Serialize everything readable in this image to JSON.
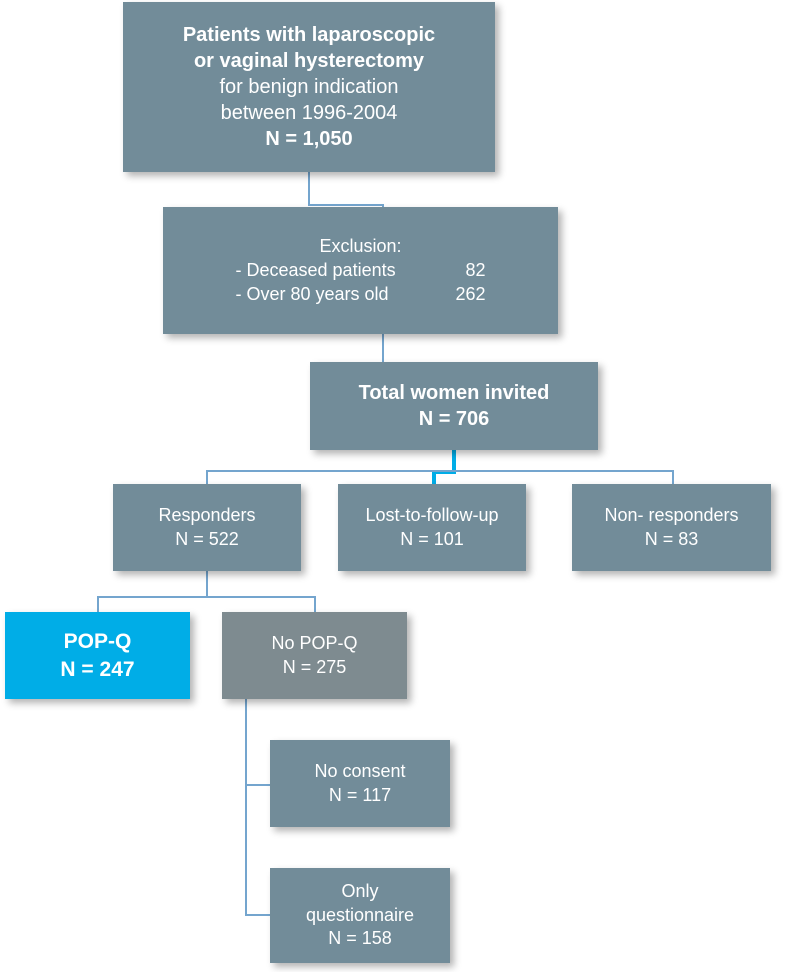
{
  "figure": {
    "type": "flowchart",
    "orientation": "top-down",
    "palette": {
      "box_fill": "#728C99",
      "box_fill_neutral": "#7E8B90",
      "accent_fill": "#00ADE7",
      "connector": "#74A5CE",
      "connector_accent": "#00ADE7",
      "text": "#FFFFFF",
      "background": "#FFFFFF"
    }
  },
  "nodes": {
    "cohort": {
      "lines": [
        "Patients with laparoscopic",
        "or vaginal hysterectomy",
        "for benign indication",
        "between 1996-2004",
        "N = 1,050"
      ]
    },
    "exclusion": {
      "title": "Exclusion:",
      "rows": [
        {
          "label": "- Deceased patients",
          "value": "82"
        },
        {
          "label": "- Over 80 years old",
          "value": "262"
        }
      ]
    },
    "invited": {
      "lines": [
        "Total women invited",
        "N = 706"
      ]
    },
    "responders": {
      "lines": [
        "Responders",
        "N = 522"
      ]
    },
    "lost_to_follow_up": {
      "lines": [
        "Lost-to-follow-up",
        "N = 101"
      ]
    },
    "non_responders": {
      "lines": [
        "Non- responders",
        "N = 83"
      ]
    },
    "popq": {
      "lines": [
        "POP-Q",
        "N = 247"
      ]
    },
    "no_popq": {
      "lines": [
        "No POP-Q",
        "N = 275"
      ]
    },
    "no_consent": {
      "lines": [
        "No consent",
        "N = 117"
      ]
    },
    "only_questionnaire": {
      "lines": [
        "Only",
        "questionnaire",
        "N = 158"
      ]
    }
  }
}
